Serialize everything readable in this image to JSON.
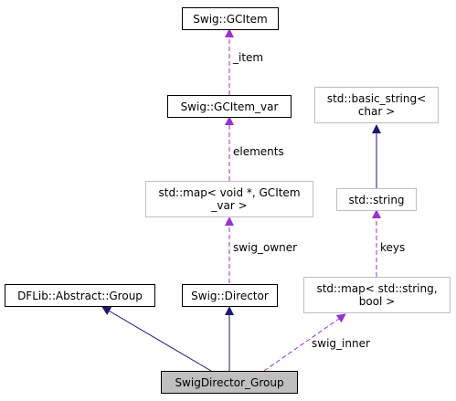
{
  "nodes": {
    "gcitem": {
      "label": "Swig::GCItem"
    },
    "gcitem_var": {
      "label": "Swig::GCItem_var"
    },
    "basic_string": {
      "line1": "std::basic_string<",
      "line2": "char >"
    },
    "std_string": {
      "label": "std::string"
    },
    "map_void": {
      "line1": "std::map< void *, GCItem",
      "line2": "_var >"
    },
    "abstract_group": {
      "label": "DFLib::Abstract::Group"
    },
    "director": {
      "label": "Swig::Director"
    },
    "map_string": {
      "line1": "std::map< std::string,",
      "line2": "bool >"
    },
    "swigdirector_group": {
      "label": "SwigDirector_Group"
    }
  },
  "edges": {
    "item": "_item",
    "elements": "elements",
    "keys": "keys",
    "swig_owner": "swig_owner",
    "swig_inner": "swig_inner"
  },
  "colors": {
    "inheritance": "#191970",
    "usage": "#9a32cd",
    "node_border": "#000000",
    "node_border_external": "#bfbfbf",
    "current_node_fill": "#bfbfbf"
  }
}
